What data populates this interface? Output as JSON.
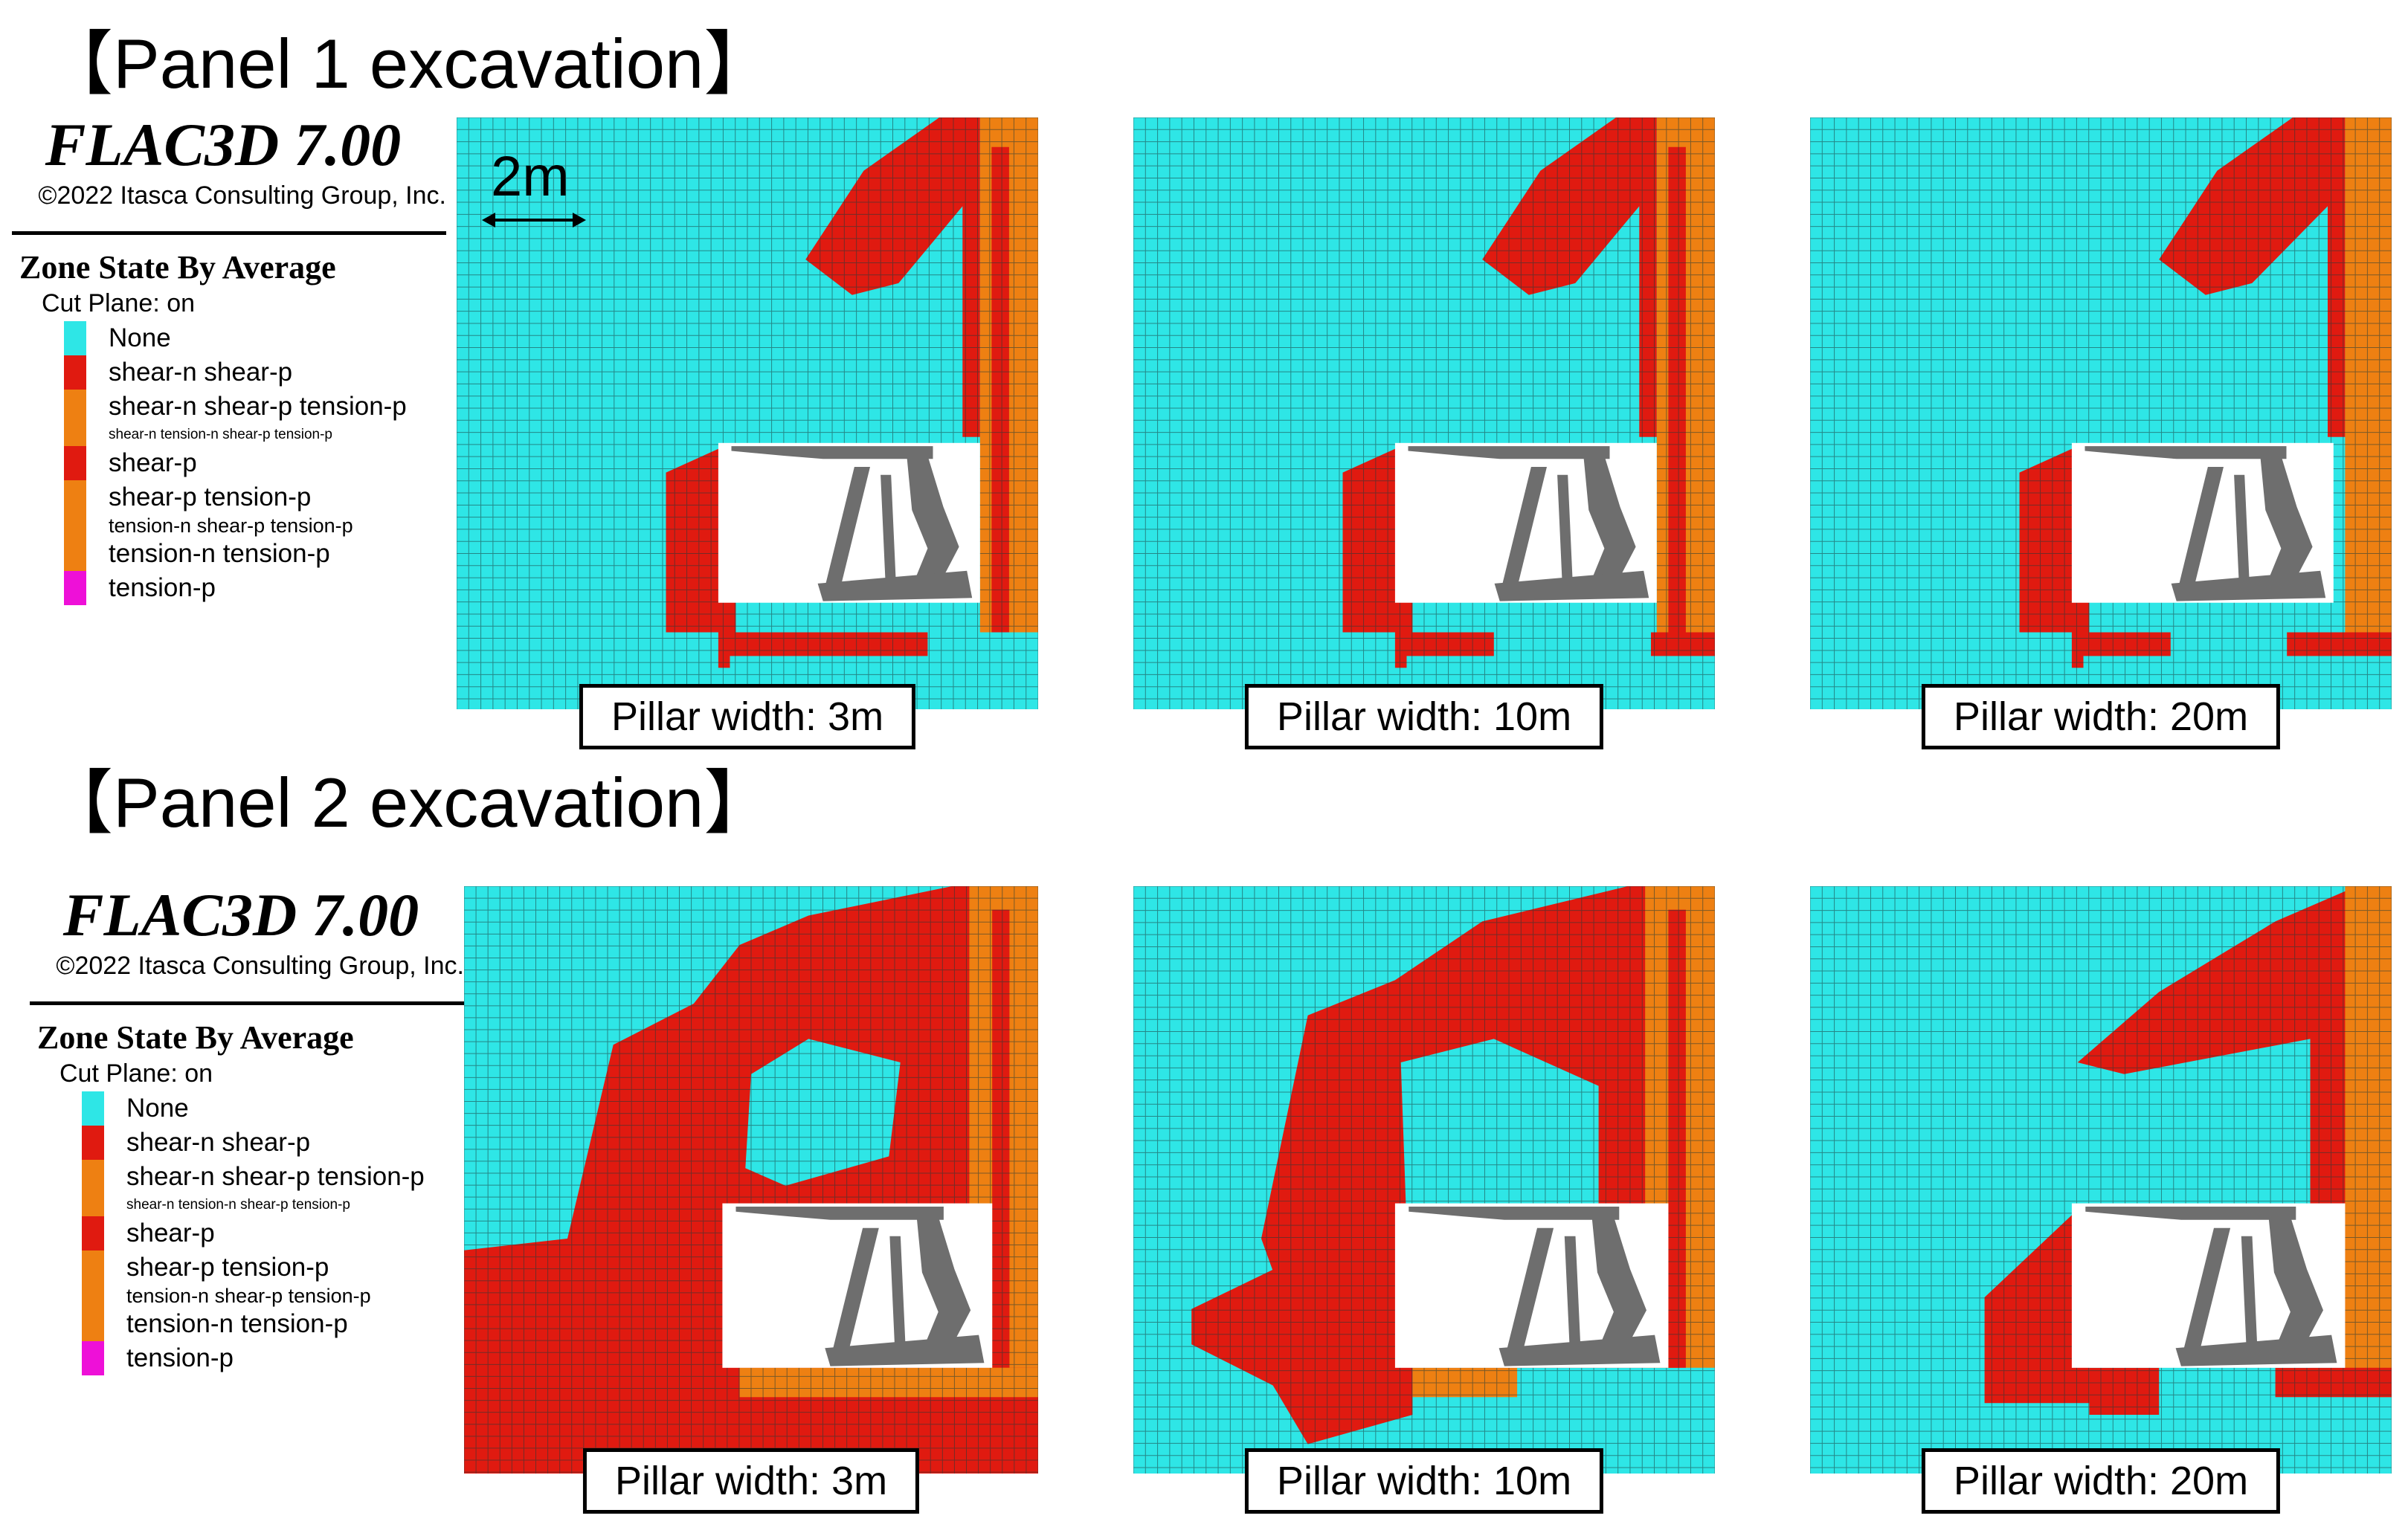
{
  "sections": [
    {
      "title": "【Panel 1 excavation】"
    },
    {
      "title": "【Panel 2 excavation】"
    }
  ],
  "legend": {
    "program": "FLAC3D 7.00",
    "copyright": "©2022 Itasca Consulting Group, Inc.",
    "title": "Zone State By Average",
    "cut_plane": "Cut Plane: on",
    "items": [
      {
        "label": "None",
        "color": "#2ee6e6",
        "size": "big"
      },
      {
        "label": "shear-n shear-p",
        "color": "#e01a10",
        "size": "big"
      },
      {
        "label": "shear-n shear-p tension-p",
        "color": "#ee8012",
        "size": "big"
      },
      {
        "label": "shear-n tension-n shear-p tension-p",
        "color": "#ee8012",
        "size": "small"
      },
      {
        "label": "shear-p",
        "color": "#e01a10",
        "size": "big"
      },
      {
        "label": "shear-p tension-p",
        "color": "#ee8012",
        "size": "big"
      },
      {
        "label": "tension-n shear-p tension-p",
        "color": "#ee8012",
        "size": "med"
      },
      {
        "label": "tension-n tension-p",
        "color": "#ee8012",
        "size": "big"
      },
      {
        "label": "tension-p",
        "color": "#ee10d8",
        "size": "big"
      }
    ]
  },
  "scale_bar": {
    "label": "2m"
  },
  "panels": [
    {
      "caption": "Pillar width: 3m",
      "section": 1
    },
    {
      "caption": "Pillar width: 10m",
      "section": 1
    },
    {
      "caption": "Pillar width: 20m",
      "section": 1
    },
    {
      "caption": "Pillar width: 3m",
      "section": 2
    },
    {
      "caption": "Pillar width: 10m",
      "section": 2
    },
    {
      "caption": "Pillar width: 20m",
      "section": 2
    }
  ]
}
